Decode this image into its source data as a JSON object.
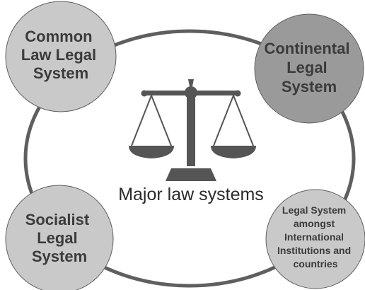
{
  "center": {
    "label": "Major law systems"
  },
  "nodes": [
    {
      "id": "common-law",
      "lines": [
        "Common",
        "Law Legal",
        "System"
      ],
      "fill": "#c9c9c9"
    },
    {
      "id": "continental",
      "lines": [
        "Continental",
        "Legal",
        "System"
      ],
      "fill": "#9a9a9a"
    },
    {
      "id": "socialist",
      "lines": [
        "Socialist",
        "Legal",
        "System"
      ],
      "fill": "#c9c9c9"
    },
    {
      "id": "international",
      "lines": [
        "Legal System",
        "amongst",
        "International",
        "Institutions and",
        "countries"
      ],
      "fill": "#c9c9c9"
    }
  ],
  "colors": {
    "ring": "#5f5f5f",
    "scale": "#555555",
    "text": "#3b3b3b"
  },
  "icons": {
    "center": "balance-scale-icon"
  }
}
